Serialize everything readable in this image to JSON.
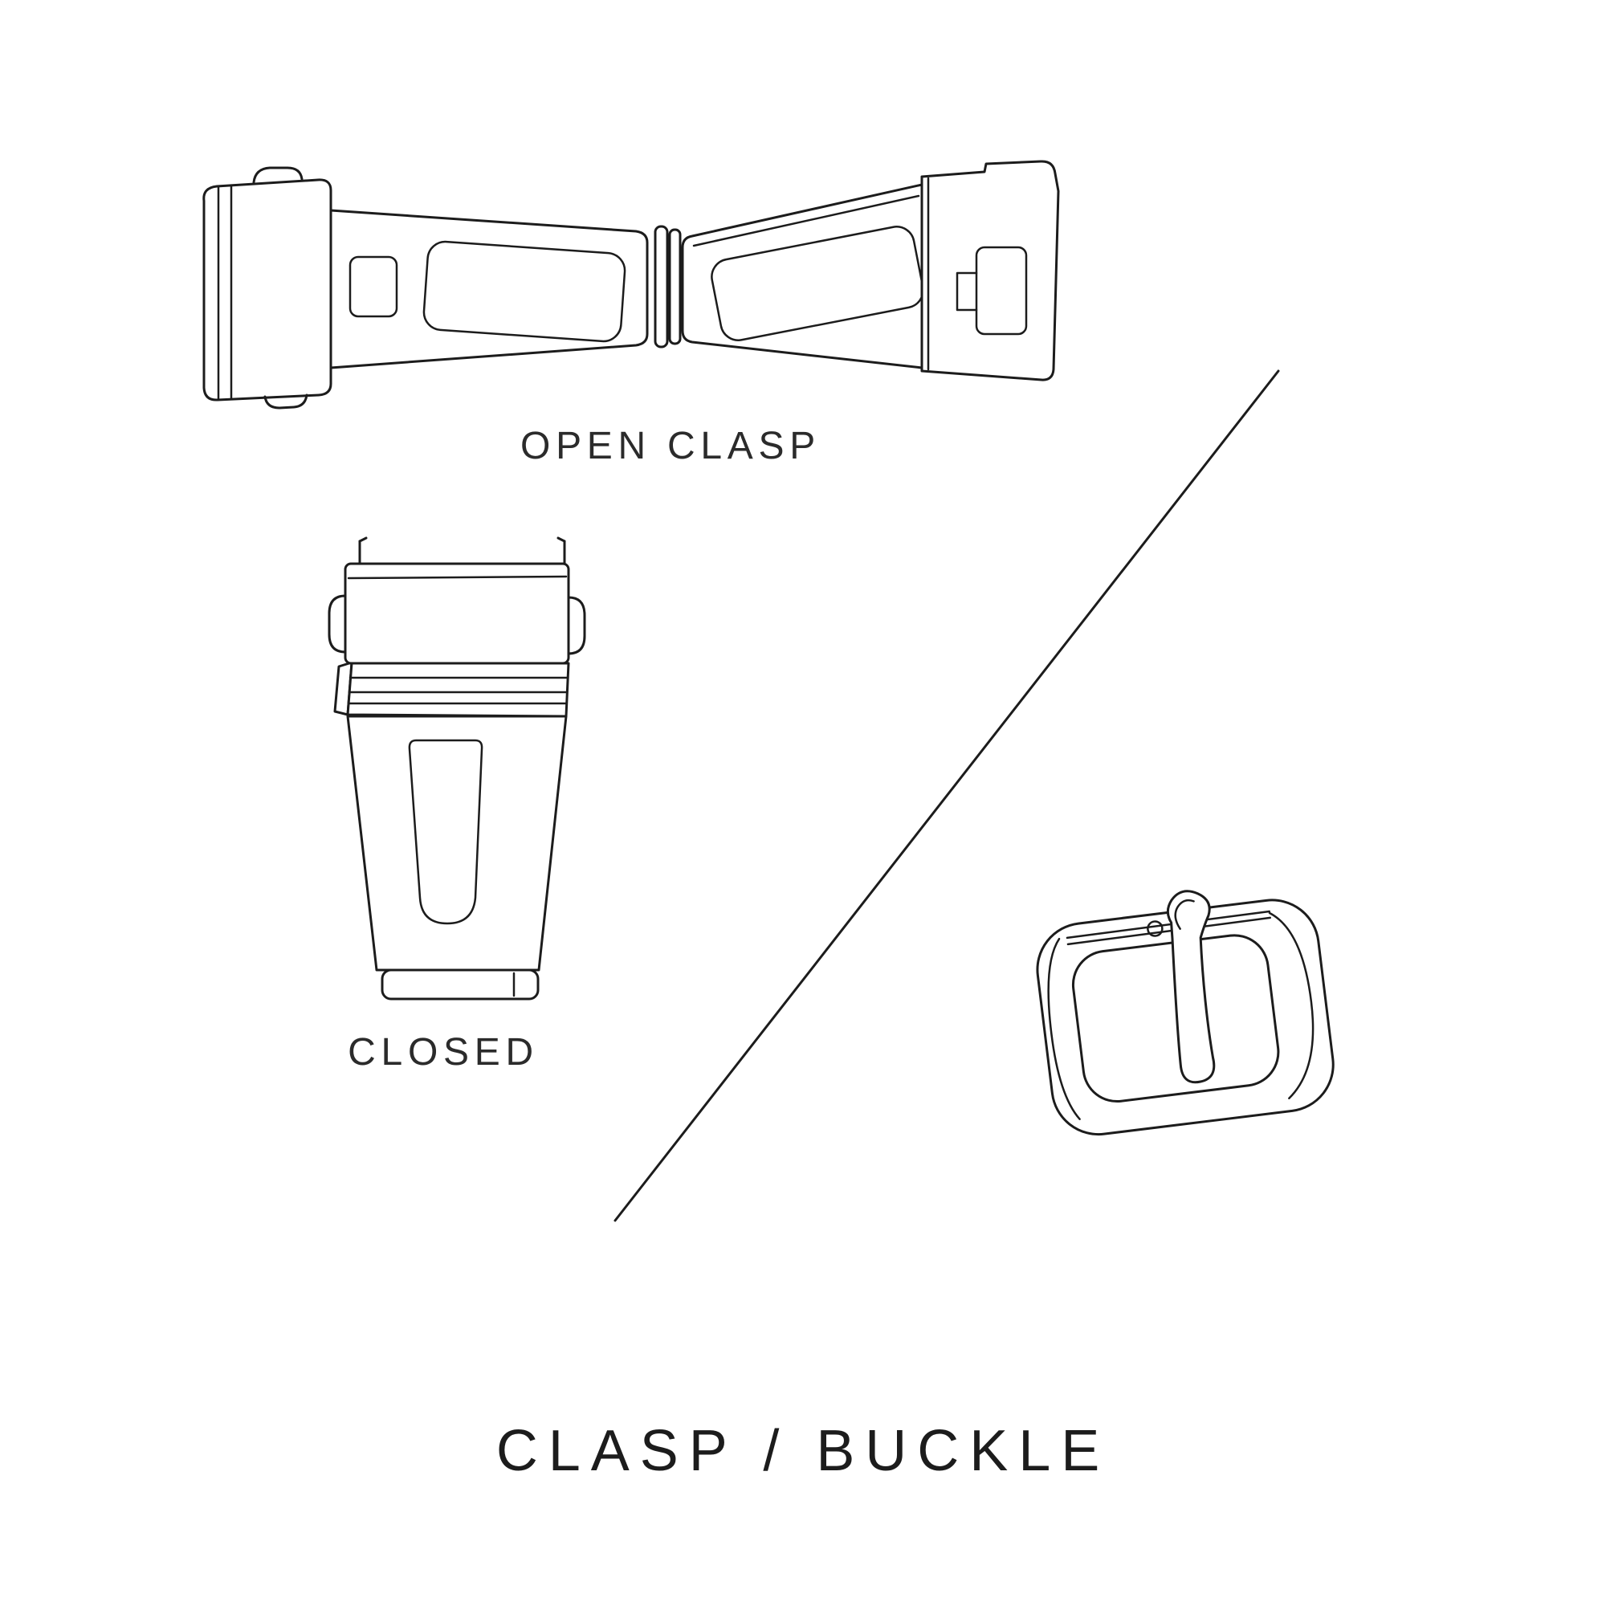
{
  "colors": {
    "background": "#ffffff",
    "ink": "#1c1c1c"
  },
  "diagram": {
    "title": "CLASP / BUCKLE",
    "labels": {
      "open_clasp": "OPEN CLASP",
      "closed_clasp": "CLOSED"
    },
    "illustrations": [
      "open-clasp-illustration",
      "closed-clasp-illustration",
      "tang-buckle-illustration",
      "diagonal-divider-line"
    ]
  }
}
